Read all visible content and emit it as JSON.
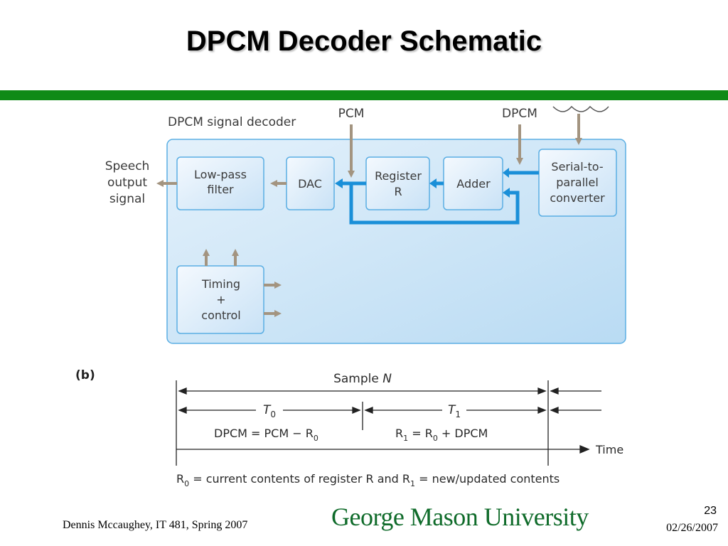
{
  "slide": {
    "title": "DPCM Decoder Schematic",
    "footer_left": "Dennis Mccaughey, IT 481, Spring 2007",
    "logo_text": "George Mason University",
    "page_number": "23",
    "date": "02/26/2007"
  },
  "colors": {
    "accent_green": "#0f8a16",
    "panel_blue": "#cfe6f7",
    "flow_blue": "#1a8fd8",
    "arrow_tan": "#a39480"
  },
  "decoder": {
    "panel_label": "DPCM signal decoder",
    "pcm_label": "PCM",
    "dpcm_label": "DPCM",
    "speech_lines": [
      "Speech",
      "output",
      "signal"
    ],
    "blocks": {
      "lpf": [
        "Low-pass",
        "filter"
      ],
      "dac": [
        "DAC"
      ],
      "register": [
        "Register",
        "R"
      ],
      "adder": [
        "Adder"
      ],
      "s2p": [
        "Serial-to-",
        "parallel",
        "converter"
      ],
      "timing": [
        "Timing",
        "+",
        "control"
      ]
    }
  },
  "timing_diagram": {
    "part_label": "(b)",
    "sample_label": "Sample",
    "sample_var": "N",
    "t0": "T",
    "t0_sub": "0",
    "t1": "T",
    "t1_sub": "1",
    "eq0_a": "DPCM = PCM − R",
    "eq0_sub": "0",
    "eq1_r": "R",
    "eq1_r_sub": "1",
    "eq1_mid": " = R",
    "eq1_mid_sub": "0",
    "eq1_end": " + DPCM",
    "time_label": "Time",
    "note_r0": "R",
    "note_r0_sub": "0",
    "note_mid": " = current contents of register R and R",
    "note_r1_sub": "1",
    "note_end": " = new/updated contents"
  }
}
